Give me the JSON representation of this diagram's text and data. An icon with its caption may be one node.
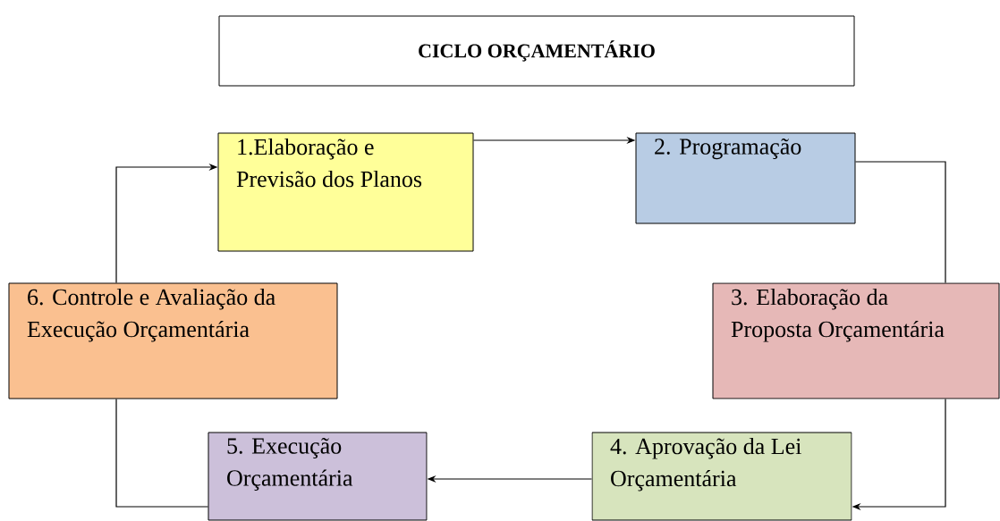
{
  "diagram": {
    "title": "CICLO ORÇAMENTÁRIO",
    "nodes": [
      {
        "text": [
          "1.Elaboração e Previsão dos Planos"
        ]
      },
      {
        "text": [
          "2. Programação"
        ]
      },
      {
        "text": [
          "3. Elaboração da Proposta Orçamentária"
        ]
      },
      {
        "text": [
          "4. Aprovação da Lei Orçamentária"
        ]
      },
      {
        "text": [
          "5. Execução Orçamentária"
        ]
      },
      {
        "text": [
          "6. Controle e Avaliação da Execução Orçamentária"
        ]
      }
    ],
    "edges": [
      {
        "from": 0,
        "to": 1,
        "arrow": "to"
      },
      {
        "from": 1,
        "to": 2,
        "arrow": "none"
      },
      {
        "from": 2,
        "to": 3,
        "arrow": "to"
      },
      {
        "from": 3,
        "to": 4,
        "arrow": "to"
      },
      {
        "from": 4,
        "to": 5,
        "arrow": "none"
      },
      {
        "from": 5,
        "to": 0,
        "arrow": "to"
      }
    ]
  }
}
